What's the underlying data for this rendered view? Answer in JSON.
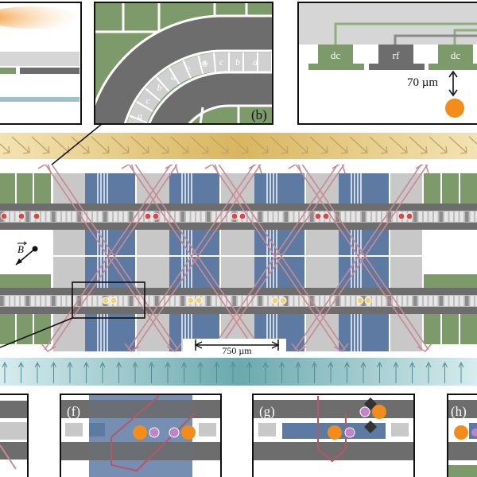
{
  "panels": {
    "b": {
      "label": "(b)"
    },
    "f": {
      "label": "(f)"
    },
    "g": {
      "label": "(g)"
    },
    "h": {
      "label": "(h)"
    }
  },
  "electrodes": {
    "dc_left": "dc",
    "rf": "rf",
    "dc_right": "dc",
    "distance": "70 µm"
  },
  "segment_letters": [
    "a",
    "b",
    "c",
    "a",
    "b",
    "c",
    "a",
    "b",
    "c",
    "a",
    "b",
    "c"
  ],
  "scale_bar": {
    "text": "750 µm"
  },
  "field": {
    "symbol": "B"
  },
  "colors": {
    "electrode_gray": "#6d6d6d",
    "light_gray": "#c8c8c8",
    "green_electrode": "#7c9a6a",
    "blue_zone": "#5d7aa3",
    "ion_red": "#d84a4a",
    "ion_yellow": "#f2d27a",
    "ion_orange": "#f28c1b",
    "ion_purple": "#c084c8",
    "laser_pink": "#c98a95",
    "beam_gold": "#dcc07a",
    "beam_teal": "#6aa9ad"
  }
}
